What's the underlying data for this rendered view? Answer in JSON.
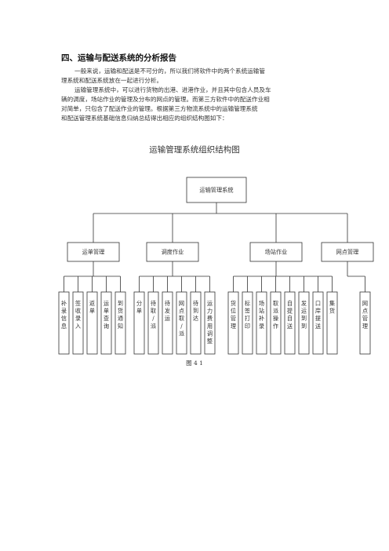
{
  "section": {
    "heading": "四、运输与配送系统的分析报告",
    "paragraphs": [
      "一般来说，运输和配送是不可分的，所以我们将软件中的两个系统运输管",
      "理系统和配送系统放在一起进行分析。",
      "运输管理系统中，可以进行货物的出港、进港作业，并且其中包含人员及车",
      "辆的调度，场站作业的管理及分布的网点的管理。而第三方软件中的配送作业相",
      "对简单，只包含了配送作业的管理。根据第三方物流系统中的运输管理系统",
      "和配送管理系统基础信息归纳总结得出相应的组织结构图如下："
    ]
  },
  "diagram": {
    "title": "运输管理系统组织结构图",
    "root": "运输管理系统",
    "groups": [
      {
        "label": "运单管理",
        "children": [
          "补录信息",
          "签收录入",
          "返单",
          "运单查询",
          "到货通知"
        ]
      },
      {
        "label": "调度作业",
        "children": [
          "分单",
          "待取/派",
          "待发运",
          "网点取/派",
          "待到达",
          "运力费用调整"
        ]
      },
      {
        "label": "场站作业",
        "children": [
          "货位管理",
          "标签打印",
          "场站补录",
          "取派操作",
          "自提自送",
          "发运到到",
          "口岸提送",
          "集货"
        ]
      },
      {
        "label": "网点管理",
        "children": [
          "网点管理"
        ]
      }
    ],
    "caption": "图 4 1"
  }
}
